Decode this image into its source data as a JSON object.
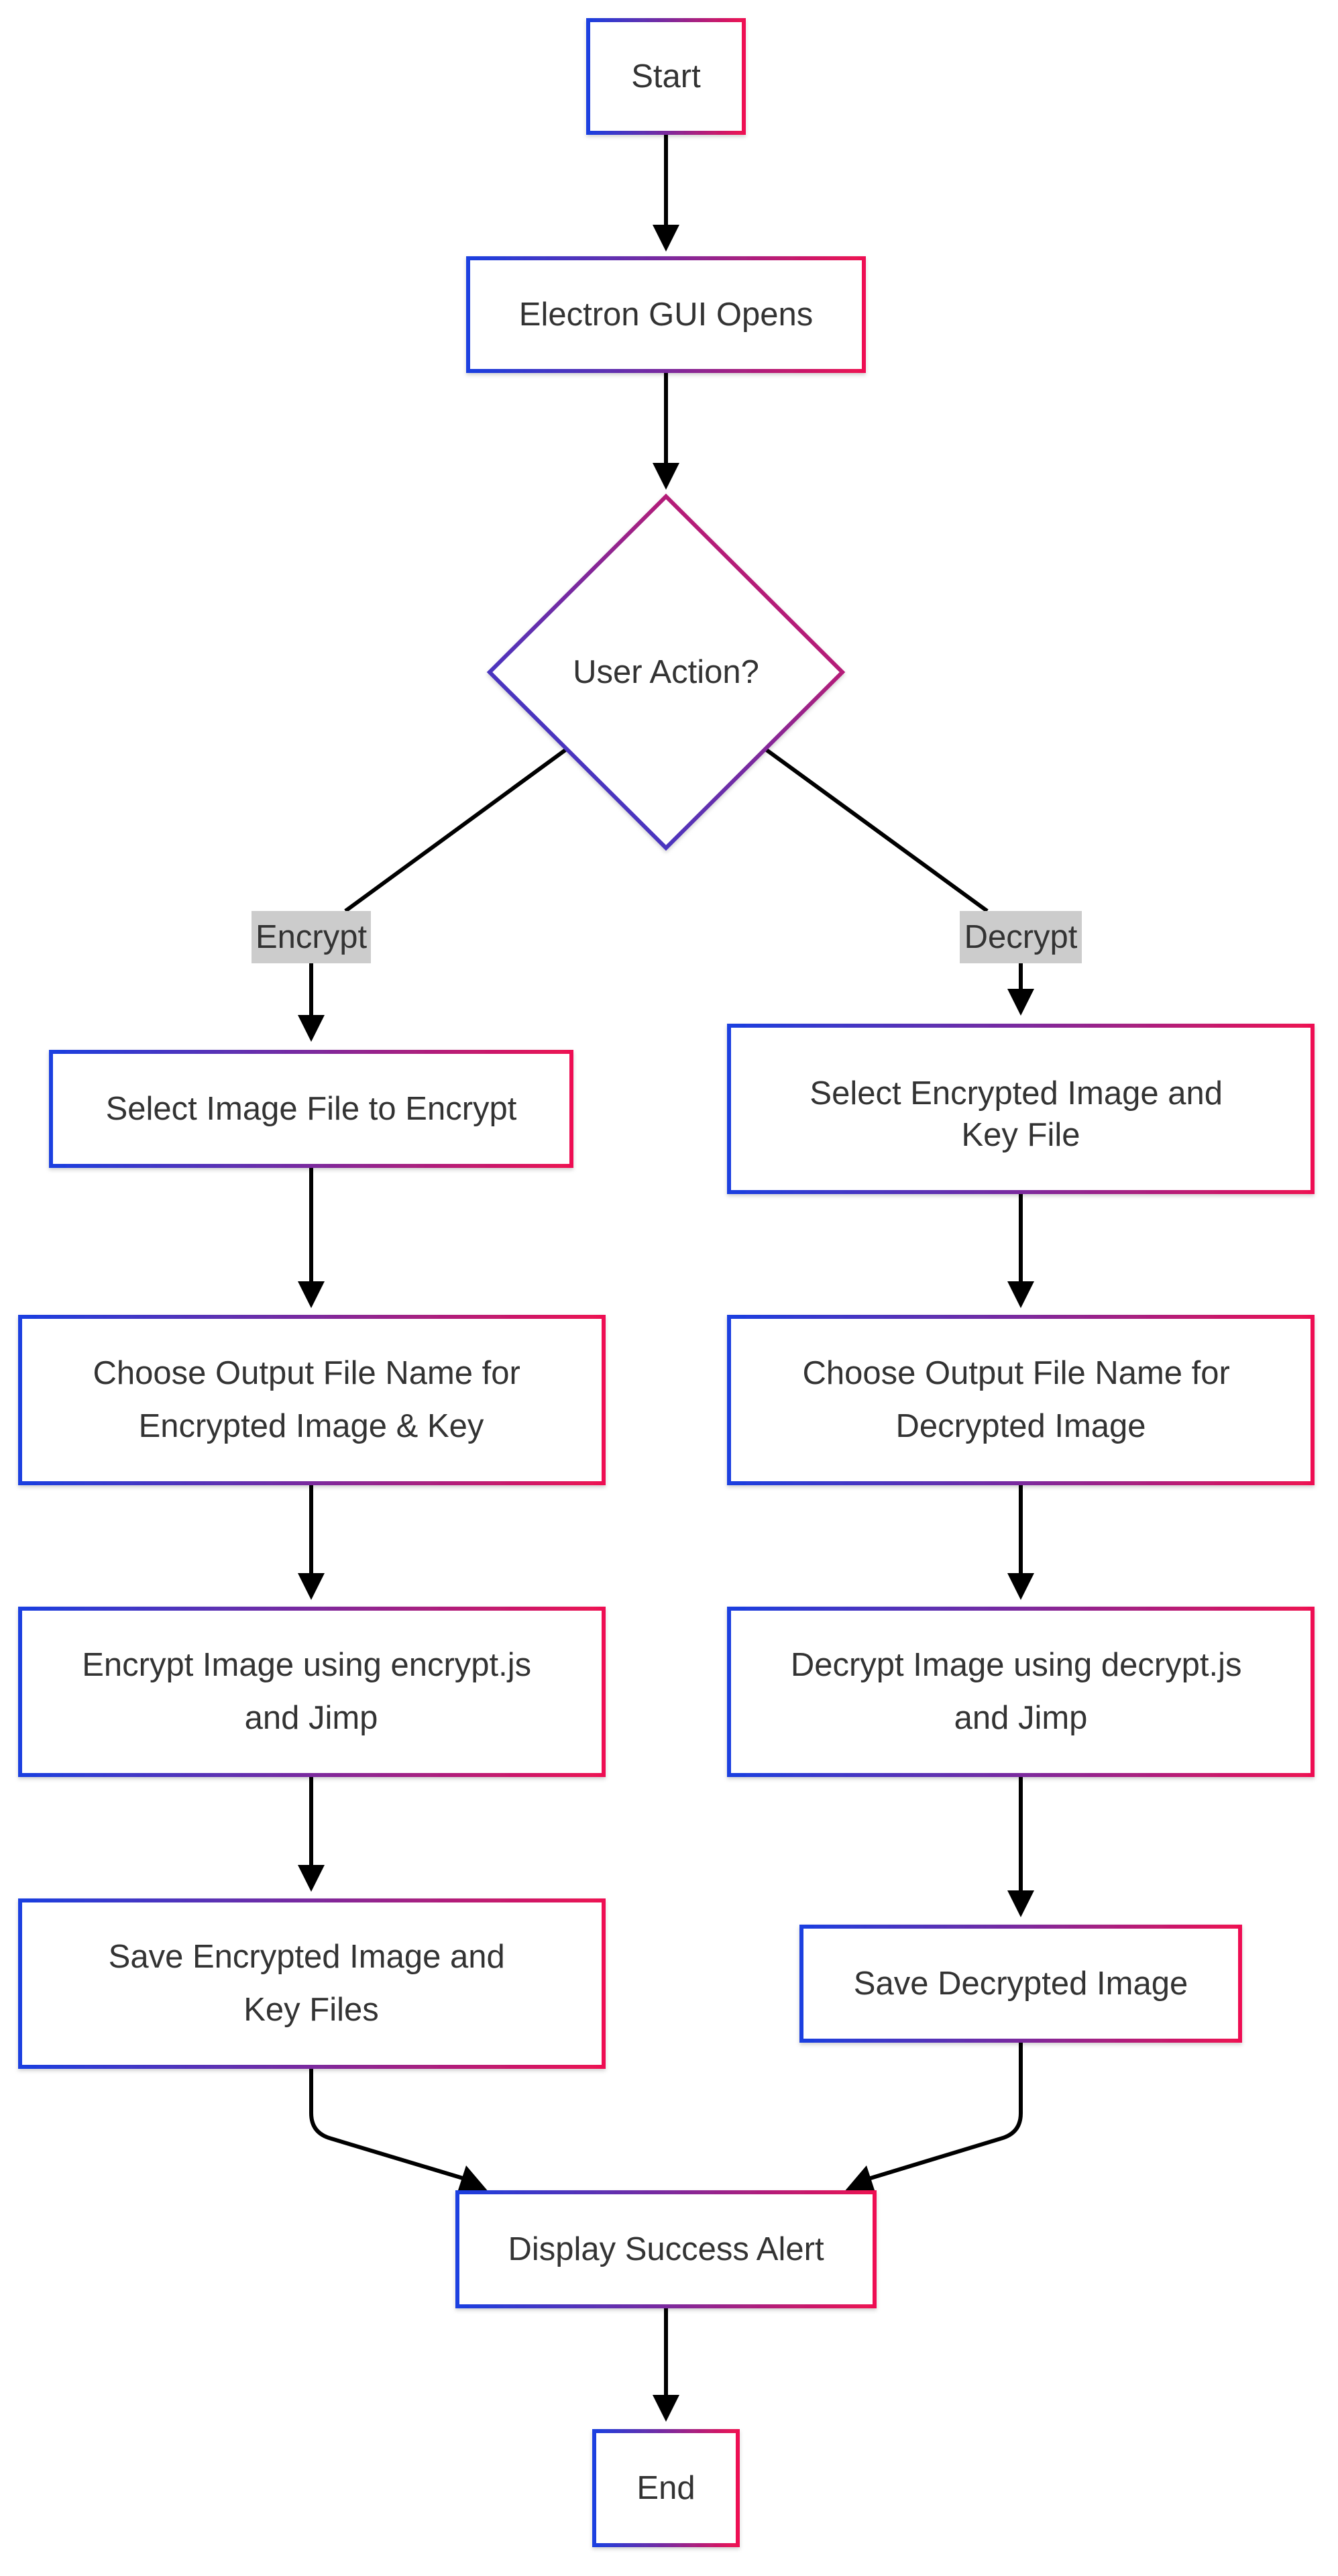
{
  "nodes": {
    "start": "Start",
    "electron_gui": "Electron GUI Opens",
    "user_action": "User Action?",
    "select_image": "Select Image File to Encrypt",
    "select_encrypted": [
      "Select Encrypted Image and",
      "Key File"
    ],
    "choose_output_enc": [
      "Choose Output File Name for",
      "Encrypted Image & Key"
    ],
    "choose_output_dec": [
      "Choose Output File Name for",
      "Decrypted Image"
    ],
    "encrypt_image": [
      "Encrypt Image using encrypt.js",
      "and Jimp"
    ],
    "decrypt_image": [
      "Decrypt Image using decrypt.js",
      "and Jimp"
    ],
    "save_encrypted": [
      "Save Encrypted Image and",
      "Key Files"
    ],
    "save_decrypted": "Save Decrypted Image",
    "display_success": "Display Success Alert",
    "end": "End"
  },
  "edge_labels": {
    "encrypt": "Encrypt",
    "decrypt": "Decrypt"
  },
  "colors": {
    "border_gradient_start": "#1a3fe0",
    "border_gradient_mid": "#7b2a9e",
    "border_gradient_end": "#ee1152",
    "edge": "#000000",
    "text": "#333333",
    "label_background": "#cccccc"
  }
}
